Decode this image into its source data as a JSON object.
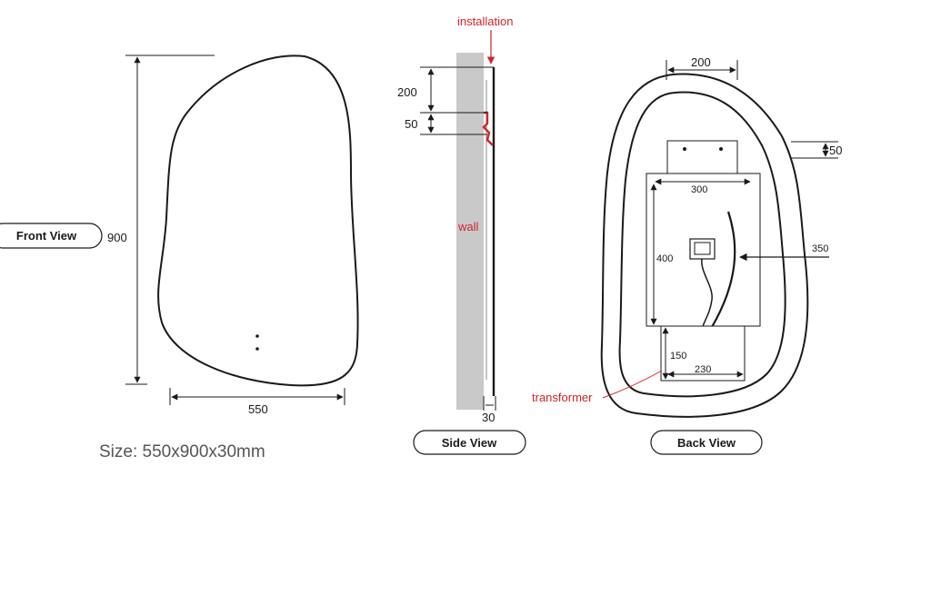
{
  "views": {
    "front": {
      "label": "Front View",
      "height_dim": "900",
      "width_dim": "550"
    },
    "side": {
      "label": "Side View",
      "installation_label": "installation",
      "wall_label": "wall",
      "dim_200": "200",
      "dim_50": "50",
      "dim_30": "30"
    },
    "back": {
      "label": "Back View",
      "dim_200": "200",
      "dim_50": "50",
      "dim_300": "300",
      "dim_400": "400",
      "dim_350": "350",
      "dim_150": "150",
      "dim_230": "230",
      "transformer_label": "transformer"
    }
  },
  "size_text": "Size: 550x900x30mm",
  "colors": {
    "line": "#1a1a1a",
    "accent_red": "#d2232a",
    "wall_gray": "#c9c9c9",
    "size_text": "#555555"
  }
}
